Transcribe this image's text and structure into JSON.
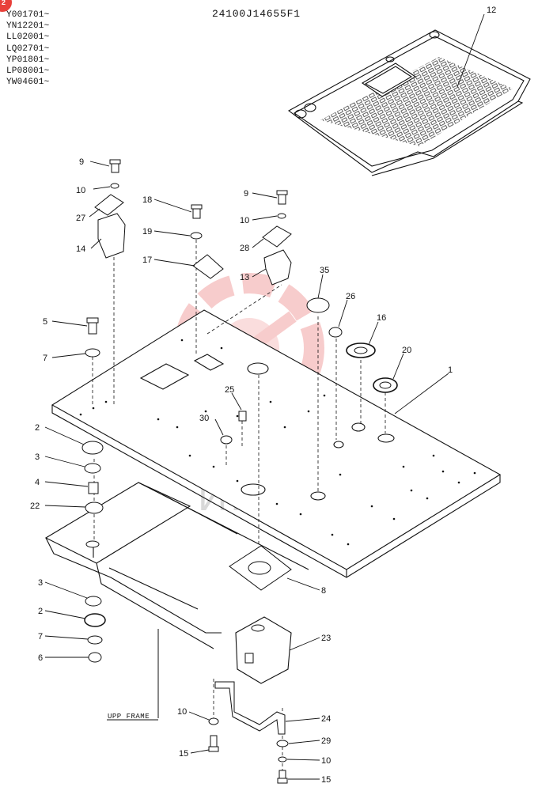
{
  "drawing_code": "24100J14655F1",
  "corner_badge": {
    "label": "2",
    "color": "#e8403a"
  },
  "serial_ranges": [
    "Y001701~",
    "YN12201~",
    "LL02001~",
    "LQ02701~",
    "YP01801~",
    "LP08001~",
    "YW04601~"
  ],
  "watermark": {
    "text": "ИНТЕХ",
    "color": "#f2a3a3"
  },
  "frame_label": "UPP FRAME",
  "callouts": {
    "c12": "12",
    "c9a": "9",
    "c10a": "10",
    "c27": "27",
    "c14": "14",
    "c18": "18",
    "c19": "19",
    "c17": "17",
    "c9b": "9",
    "c10b": "10",
    "c28": "28",
    "c13": "13",
    "c35": "35",
    "c26": "26",
    "c16": "16",
    "c20": "20",
    "c1": "1",
    "c5": "5",
    "c7a": "7",
    "c25": "25",
    "c30": "30",
    "c2a": "2",
    "c3a": "3",
    "c4": "4",
    "c22": "22",
    "c8": "8",
    "c3b": "3",
    "c2b": "2",
    "c7b": "7",
    "c6": "6",
    "c23": "23",
    "c10c": "10",
    "c24": "24",
    "c29": "29",
    "c15a": "15",
    "c10d": "10",
    "c15b": "15"
  }
}
